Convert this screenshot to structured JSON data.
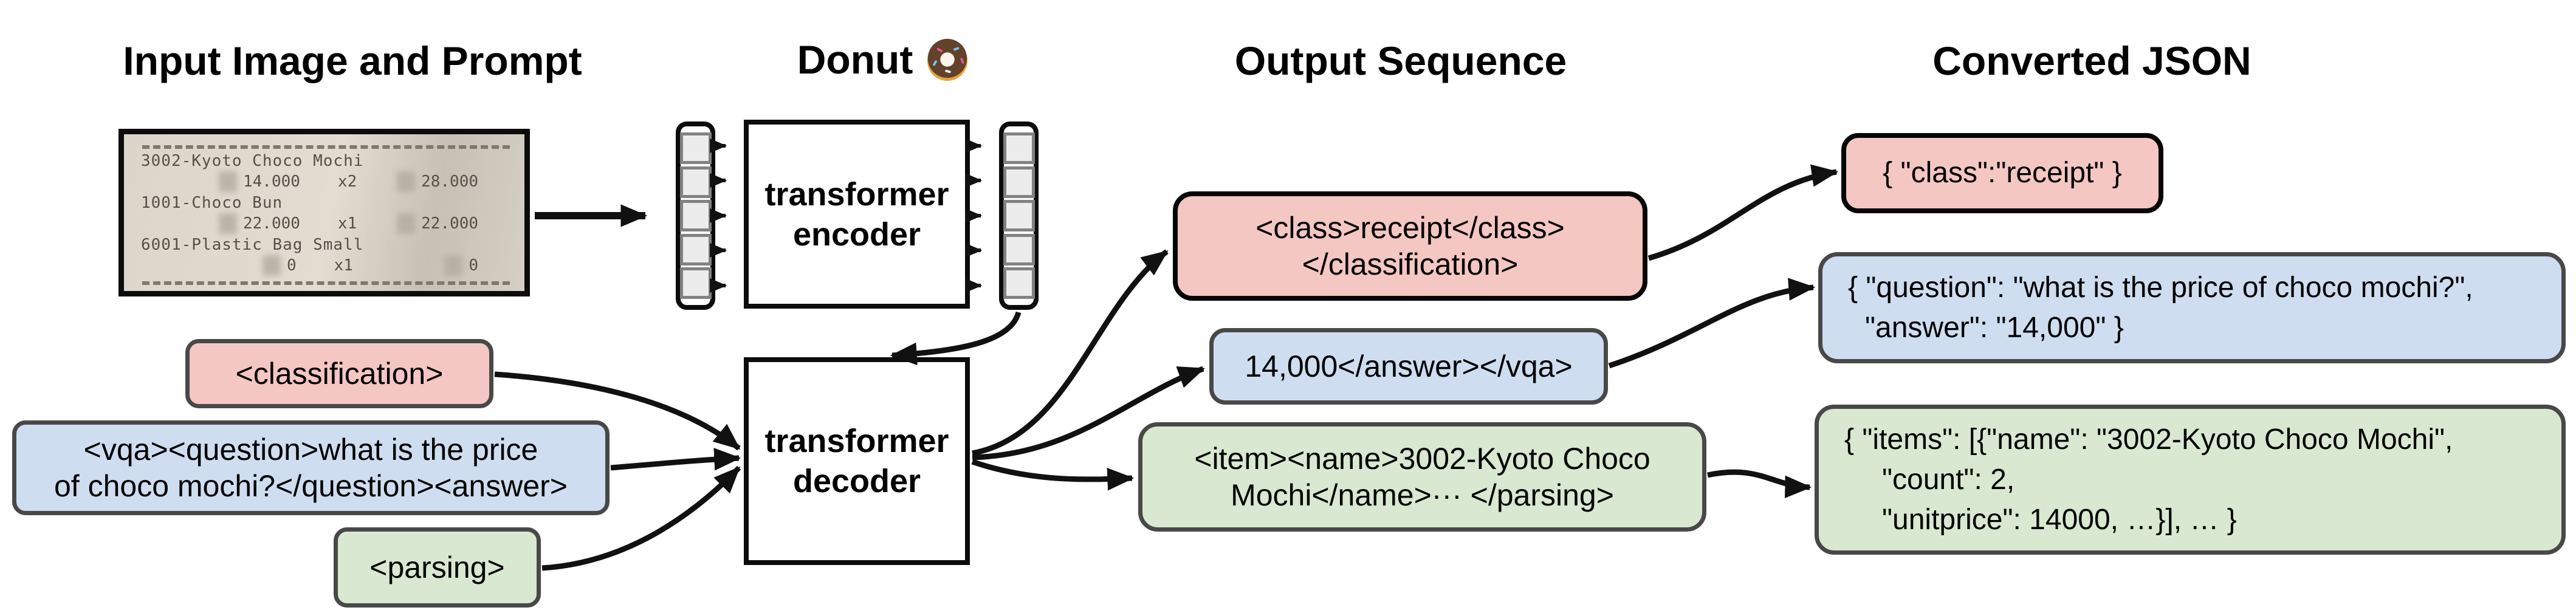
{
  "headers": {
    "input": "Input Image and Prompt",
    "model": "Donut",
    "model_icon": "donut",
    "output": "Output Sequence",
    "json": "Converted JSON"
  },
  "receipt": {
    "items": [
      {
        "name": "3002-Kyoto Choco Mochi",
        "unit": "14.000",
        "count": "x2",
        "total": "28.000"
      },
      {
        "name": "1001-Choco Bun",
        "unit": "22.000",
        "count": "x1",
        "total": "22.000"
      },
      {
        "name": "6001-Plastic Bag Small",
        "unit": "0",
        "count": "x1",
        "total": "0"
      }
    ]
  },
  "model": {
    "encoder_line1": "transformer",
    "encoder_line2": "encoder",
    "decoder_line1": "transformer",
    "decoder_line2": "decoder"
  },
  "prompts": {
    "classification": "<classification>",
    "vqa_line1": "<vqa><question>what is the price",
    "vqa_line2": "of choco mochi?</question><answer>",
    "parsing": "<parsing>"
  },
  "outputs": {
    "classification_line1": "<class>receipt</class>",
    "classification_line2": "</classification>",
    "vqa": "14,000</answer></vqa>",
    "parsing_line1": "<item><name>3002-Kyoto Choco",
    "parsing_line2": "Mochi</name>··· </parsing>"
  },
  "json_results": {
    "classification": "{ \"class\":\"receipt\" }",
    "vqa_line1": "{ \"question\": \"what is the price of choco mochi?\",",
    "vqa_line2": "\"answer\": \"14,000\" }",
    "parsing_line1": "{ \"items\": [{\"name\": \"3002-Kyoto Choco Mochi\",",
    "parsing_line2": "\"count\": 2,",
    "parsing_line3": "\"unitprice\": 14000, …}], … }"
  },
  "colors": {
    "classification_fill": "#f4c7c3",
    "vqa_fill": "#cfddf0",
    "parsing_fill": "#d9e8d0",
    "box_border_gray": "#484848",
    "box_border_black": "#050505",
    "arrow": "#111111"
  }
}
